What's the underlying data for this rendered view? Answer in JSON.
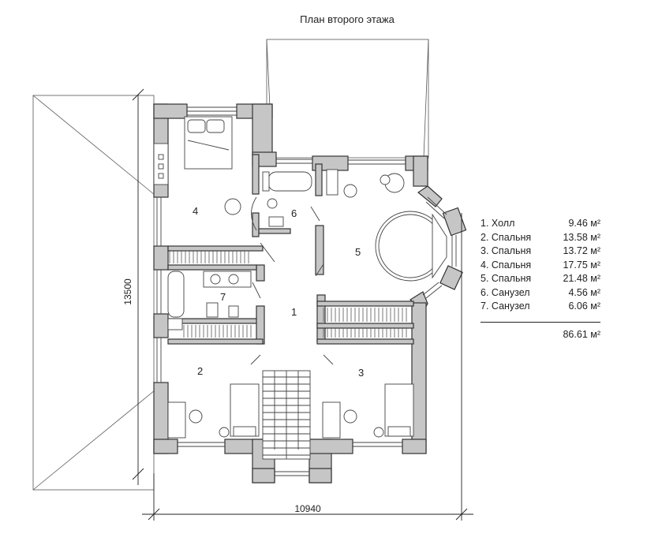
{
  "title": "План второго этажа",
  "dimensions": {
    "width": "10940",
    "height": "13500"
  },
  "rooms": [
    {
      "number": "1",
      "name": "Холл",
      "area": "9.46 м²"
    },
    {
      "number": "2",
      "name": "Спальня",
      "area": "13.58 м²"
    },
    {
      "number": "3",
      "name": "Спальня",
      "area": "13.72 м²"
    },
    {
      "number": "4",
      "name": "Спальня",
      "area": "17.75 м²"
    },
    {
      "number": "5",
      "name": "Спальня",
      "area": "21.48 м²"
    },
    {
      "number": "6",
      "name": "Санузел",
      "area": "4.56 м²"
    },
    {
      "number": "7",
      "name": "Санузел",
      "area": "6.06 м²"
    }
  ],
  "total_area": "86.61 м²",
  "legend_prefix": {
    "r0": "1. Холл",
    "r1": "2. Спальня",
    "r2": "3. Спальня",
    "r3": "4. Спальня",
    "r4": "5. Спальня",
    "r5": "6. Санузел",
    "r6": "7. Санузел"
  }
}
